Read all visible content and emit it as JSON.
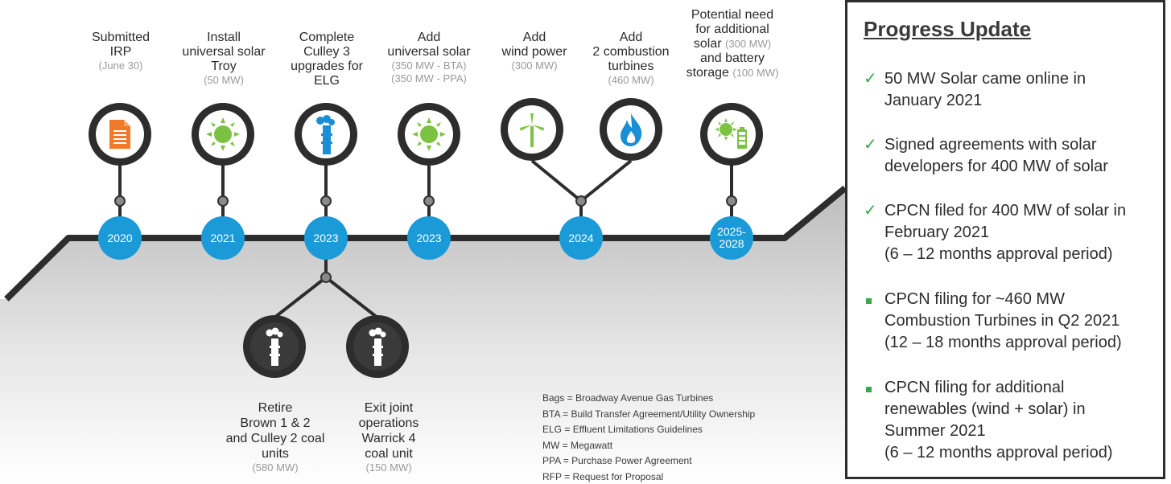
{
  "milestones_top": [
    {
      "title": "Submitted IRP",
      "lines": [
        "Submitted",
        "IRP"
      ],
      "sub": [
        "(June 30)"
      ],
      "year": "2020",
      "icon": "document-icon"
    },
    {
      "title": "Install universal solar Troy",
      "lines": [
        "Install",
        "universal solar",
        "Troy"
      ],
      "sub": [
        "(50 MW)"
      ],
      "year": "2021",
      "icon": "sun-icon"
    },
    {
      "title": "Complete Culley 3 upgrades for ELG",
      "lines": [
        "Complete",
        "Culley 3",
        "upgrades for",
        "ELG"
      ],
      "sub": [],
      "year": "2023",
      "icon": "smokestack-icon"
    },
    {
      "title": "Add universal solar",
      "lines": [
        "Add",
        "universal solar"
      ],
      "sub": [
        "(350 MW - BTA)",
        "(350 MW - PPA)"
      ],
      "year": "2023",
      "icon": "sun-icon"
    },
    {
      "title": "Add wind power",
      "lines": [
        "Add",
        "wind power"
      ],
      "sub": [
        "(300 MW)"
      ],
      "year": "2024",
      "icon": "wind-turbine-icon"
    },
    {
      "title": "Add 2 combustion turbines",
      "lines": [
        "Add",
        "2 combustion",
        "turbines"
      ],
      "sub": [
        "(460 MW)"
      ],
      "year": "2024",
      "icon": "flame-icon"
    },
    {
      "title": "Potential need for additional solar and battery storage",
      "lines": [
        "Potential need",
        "for additional"
      ],
      "mixed": [
        [
          "solar ",
          "(300 MW)"
        ],
        [
          "and battery",
          ""
        ],
        [
          "storage ",
          "(100 MW)"
        ]
      ],
      "year": "2025-2028",
      "icon": "solar-battery-icon"
    }
  ],
  "years": [
    "2020",
    "2021",
    "2023",
    "2023",
    "2024",
    "2025-",
    "2028"
  ],
  "milestones_bottom": [
    {
      "lines": [
        "Retire",
        "Brown 1 & 2",
        "and Culley 2 coal",
        "units"
      ],
      "sub": "(580 MW)",
      "icon": "coal-plant-icon"
    },
    {
      "lines": [
        "Exit joint",
        "operations",
        "Warrick 4",
        "coal unit"
      ],
      "sub": "(150 MW)",
      "icon": "coal-plant-icon"
    }
  ],
  "legend": [
    "Bags = Broadway Avenue Gas Turbines",
    "BTA = Build Transfer Agreement/Utility Ownership",
    "ELG = Effluent Limitations Guidelines",
    "MW = Megawatt",
    "PPA = Purchase Power Agreement",
    "RFP = Request for Proposal"
  ],
  "progress": {
    "title": "Progress Update",
    "items": [
      {
        "mark": "check",
        "lines": [
          "50 MW Solar came online in",
          "January 2021"
        ]
      },
      {
        "mark": "check",
        "lines": [
          "Signed agreements with solar",
          "developers for 400 MW of solar"
        ]
      },
      {
        "mark": "check",
        "lines": [
          "CPCN filed for 400 MW of solar in",
          "February 2021",
          "(6 – 12 months approval period)"
        ]
      },
      {
        "mark": "square",
        "lines": [
          "CPCN filing for ~460 MW",
          "Combustion Turbines in Q2 2021",
          "(12 – 18 months approval period)"
        ]
      },
      {
        "mark": "square",
        "lines": [
          "CPCN filing for additional",
          "renewables (wind + solar) in",
          "Summer 2021",
          "(6 – 12 months approval period)"
        ]
      }
    ]
  },
  "colors": {
    "year_blue": "#1a9ad6",
    "check_green": "#3aa84a",
    "solar_green": "#7cc242",
    "flame_blue": "#1a8fd6",
    "doc_orange": "#f07a2a"
  }
}
